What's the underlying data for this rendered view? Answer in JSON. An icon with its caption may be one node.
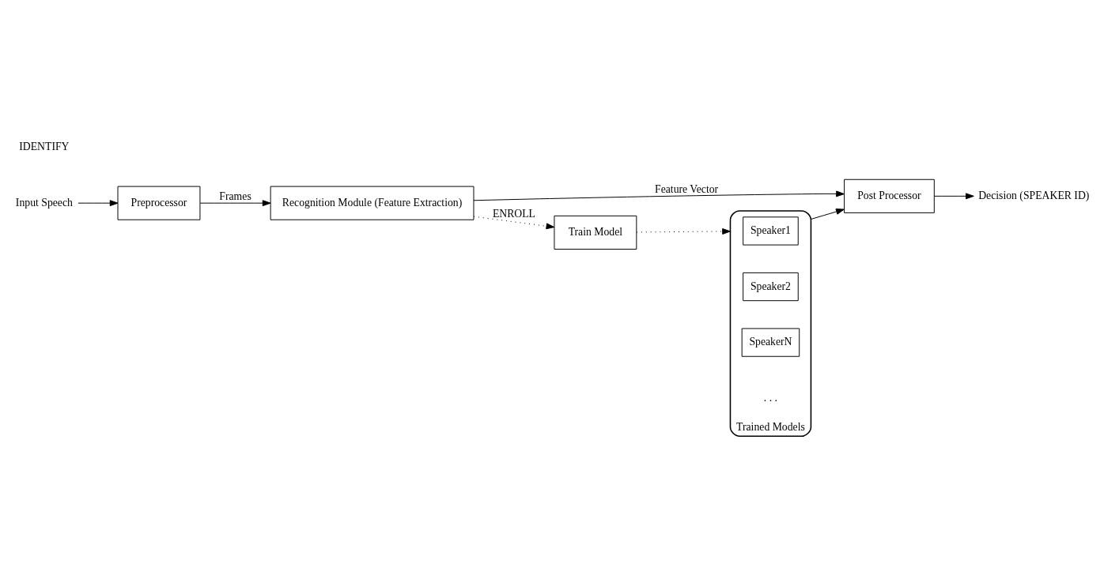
{
  "diagram": {
    "nodes": [
      {
        "text": [
          "Input Speech"
        ]
      },
      {
        "text": [
          "Preprocessor"
        ]
      },
      {
        "text": [
          "Recognition Module (Feature Extraction)"
        ]
      },
      {
        "text": [
          "Post Processor"
        ]
      },
      {
        "text": [
          "Decision (SPEAKER ID)"
        ]
      },
      {
        "text": [
          "Train Model"
        ]
      },
      {
        "text": [],
        "shape": "cylinder",
        "beside": [
          "Trained Models"
        ]
      },
      {
        "text": [
          "Speaker1"
        ],
        "in": 6
      },
      {
        "text": [
          "Speaker2"
        ],
        "in": 6
      },
      {
        "text": [
          "SpeakerN"
        ],
        "in": 6
      }
    ],
    "edges": [
      {
        "from": 0,
        "to": 1,
        "arrow": "to"
      },
      {
        "from": 1,
        "to": 2,
        "arrow": "to",
        "label": "Frames"
      },
      {
        "from": 2,
        "to": 3,
        "arrow": "to",
        "label": "Feature Vector"
      },
      {
        "from": 3,
        "to": 4,
        "arrow": "to"
      },
      {
        "from": 2,
        "to": 5,
        "arrow": "to",
        "style": "dashed",
        "label": "ENROLL"
      },
      {
        "from": 5,
        "to": 6,
        "arrow": "to",
        "style": "dashed"
      },
      {
        "from": 6,
        "to": 3,
        "arrow": "to"
      }
    ],
    "labels": [
      "IDENTIFY",
      ". . ."
    ]
  }
}
